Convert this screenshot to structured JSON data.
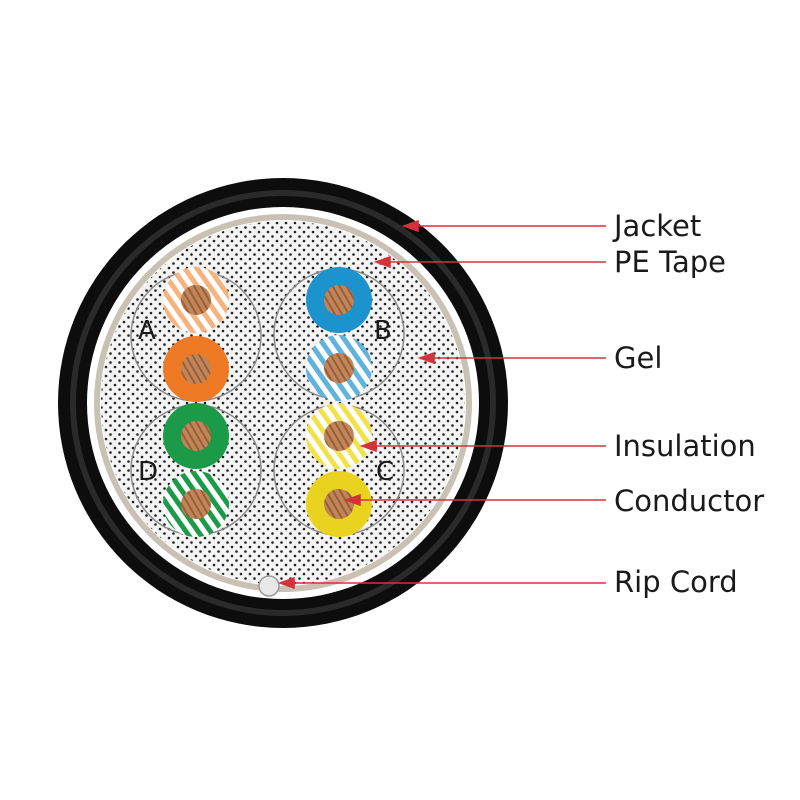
{
  "callouts": {
    "jacket": "Jacket",
    "pe_tape": "PE Tape",
    "gel": "Gel",
    "insulation": "Insulation",
    "conductor": "Conductor",
    "rip_cord": "Rip Cord"
  },
  "pairs": {
    "a": "A",
    "b": "B",
    "c": "C",
    "d": "D"
  },
  "colors": {
    "jacket": "#0d0d0d",
    "pe_tape": "#c9c2b4",
    "gel_background": "#f4f4f4",
    "leader_line": "#d4333b",
    "copper": "#b87a4b",
    "orange": "#ee7a25",
    "blue": "#1c93cc",
    "green": "#1b9a48",
    "brown": "#a36a3c",
    "yellow": "#e9d31f"
  },
  "wires": [
    {
      "name": "wire-orange-white",
      "color": "orange",
      "striped": true
    },
    {
      "name": "wire-orange",
      "color": "orange",
      "striped": false
    },
    {
      "name": "wire-blue",
      "color": "blue",
      "striped": false
    },
    {
      "name": "wire-blue-white",
      "color": "blue",
      "striped": true
    },
    {
      "name": "wire-green",
      "color": "green",
      "striped": false
    },
    {
      "name": "wire-green-white",
      "color": "green",
      "striped": true
    },
    {
      "name": "wire-yellow-white",
      "color": "yellow",
      "striped": true
    },
    {
      "name": "wire-yellow",
      "color": "yellow",
      "striped": false
    }
  ]
}
